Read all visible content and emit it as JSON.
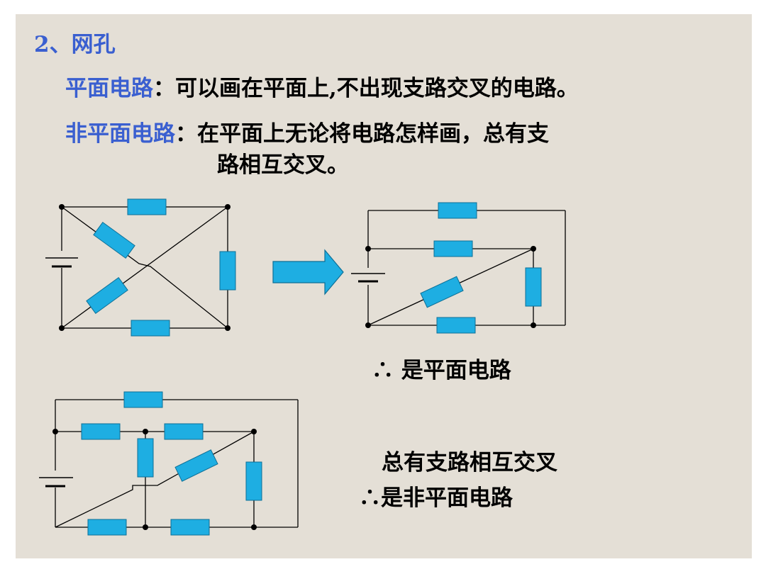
{
  "slide": {
    "heading": "2、网孔",
    "planar_term": "平面电路",
    "planar_def": "：可以画在平面上,不出现支路交叉的电路。",
    "nonplanar_term": "非平面电路",
    "nonplanar_def_line1": "：在平面上无论将电路怎样画，总有支",
    "nonplanar_def_line2": "路相互交叉。",
    "conclusion_planar": "∴ 是平面电路",
    "conclusion_cross": "总有支路相互交叉",
    "conclusion_nonplanar": "∴是非平面电路"
  },
  "colors": {
    "background": "#e4dfd6",
    "term_blue": "#3a5fd0",
    "resistor_fill": "#1eaee2",
    "wire": "#000000"
  },
  "icons": [
    "battery-icon",
    "resistor-icon",
    "right-arrow-icon"
  ]
}
